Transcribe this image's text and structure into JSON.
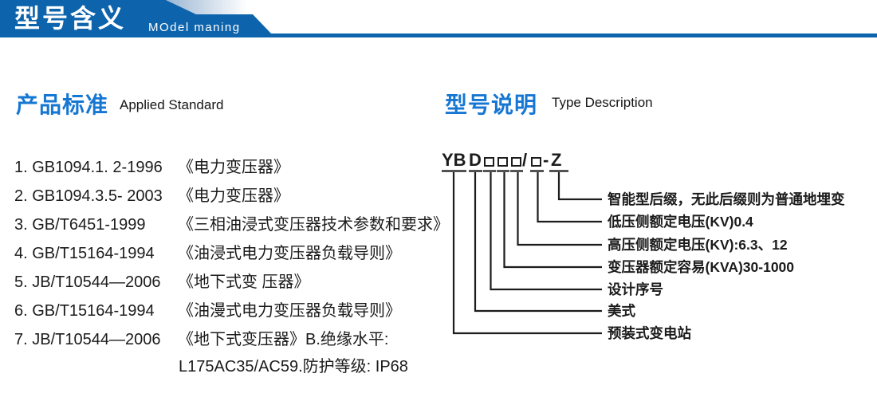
{
  "header": {
    "title_cn": "型号含义",
    "title_en": "MOdel maning"
  },
  "applied_standard": {
    "heading_cn": "产品标准",
    "heading_en": "Applied Standard",
    "items": [
      {
        "num": "1.",
        "code": "GB1094.1. 2-1996",
        "desc": "《电力变压器》"
      },
      {
        "num": "2.",
        "code": "GB1094.3.5- 2003",
        "desc": "《电力变压器》"
      },
      {
        "num": "3.",
        "code": "GB/T6451-1999",
        "desc": "《三相油浸式变压器技术参数和要求》"
      },
      {
        "num": "4.",
        "code": "GB/T15164-1994",
        "desc": "《油浸式电力变压器负载导则》"
      },
      {
        "num": "5.",
        "code": "JB/T10544—2006",
        "desc": "《地下式变 压器》"
      },
      {
        "num": "6.",
        "code": "GB/T15164-1994",
        "desc": "《油漫式电力变压器负载导则》"
      },
      {
        "num": "7.",
        "code": "JB/T10544—2006",
        "desc": "《地下式变压器》B.绝缘水平:"
      }
    ],
    "continuation": "L175AC35/AC59.防护等级: IP68"
  },
  "type_description": {
    "heading_cn": "型号说明",
    "heading_en": "Type Description",
    "model_code_segments": [
      {
        "text": "YB"
      },
      {
        "text": "D"
      },
      {
        "box": true
      },
      {
        "box": true
      },
      {
        "box": true
      },
      {
        "text": "/"
      },
      {
        "box": true
      },
      {
        "text": "-"
      },
      {
        "text": "Z"
      }
    ],
    "labels": [
      "智能型后缀，无此后缀则为普通地埋变",
      "低压侧额定电压(KV)0.4",
      "高压侧额定电压(KV):6.3、12",
      "变压器额定容易(KVA)30-1000",
      "设计序号",
      "美式",
      "预装式变电站"
    ]
  },
  "colors": {
    "banner_blue": "#0d64ac",
    "banner_accent": "#9fb9d5",
    "heading_blue": "#1677d3",
    "text_dark": "#1c1c1c"
  }
}
